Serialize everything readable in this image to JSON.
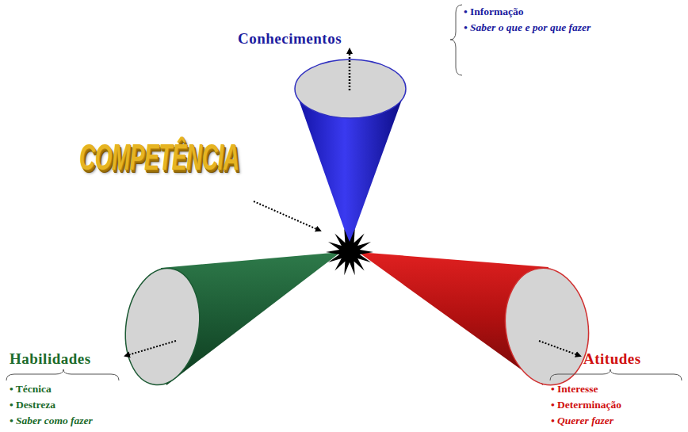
{
  "diagram": {
    "labels": [
      "COMPETÊNCIA",
      "Conhecimentos",
      "• Informação",
      "• Saber o que e por que fazer",
      "Habilidades",
      "• Técnica",
      "• Destreza",
      "• Saber como fazer",
      "Atitudes",
      "• Interesse",
      "• Determinação",
      "• Querer fazer"
    ]
  }
}
